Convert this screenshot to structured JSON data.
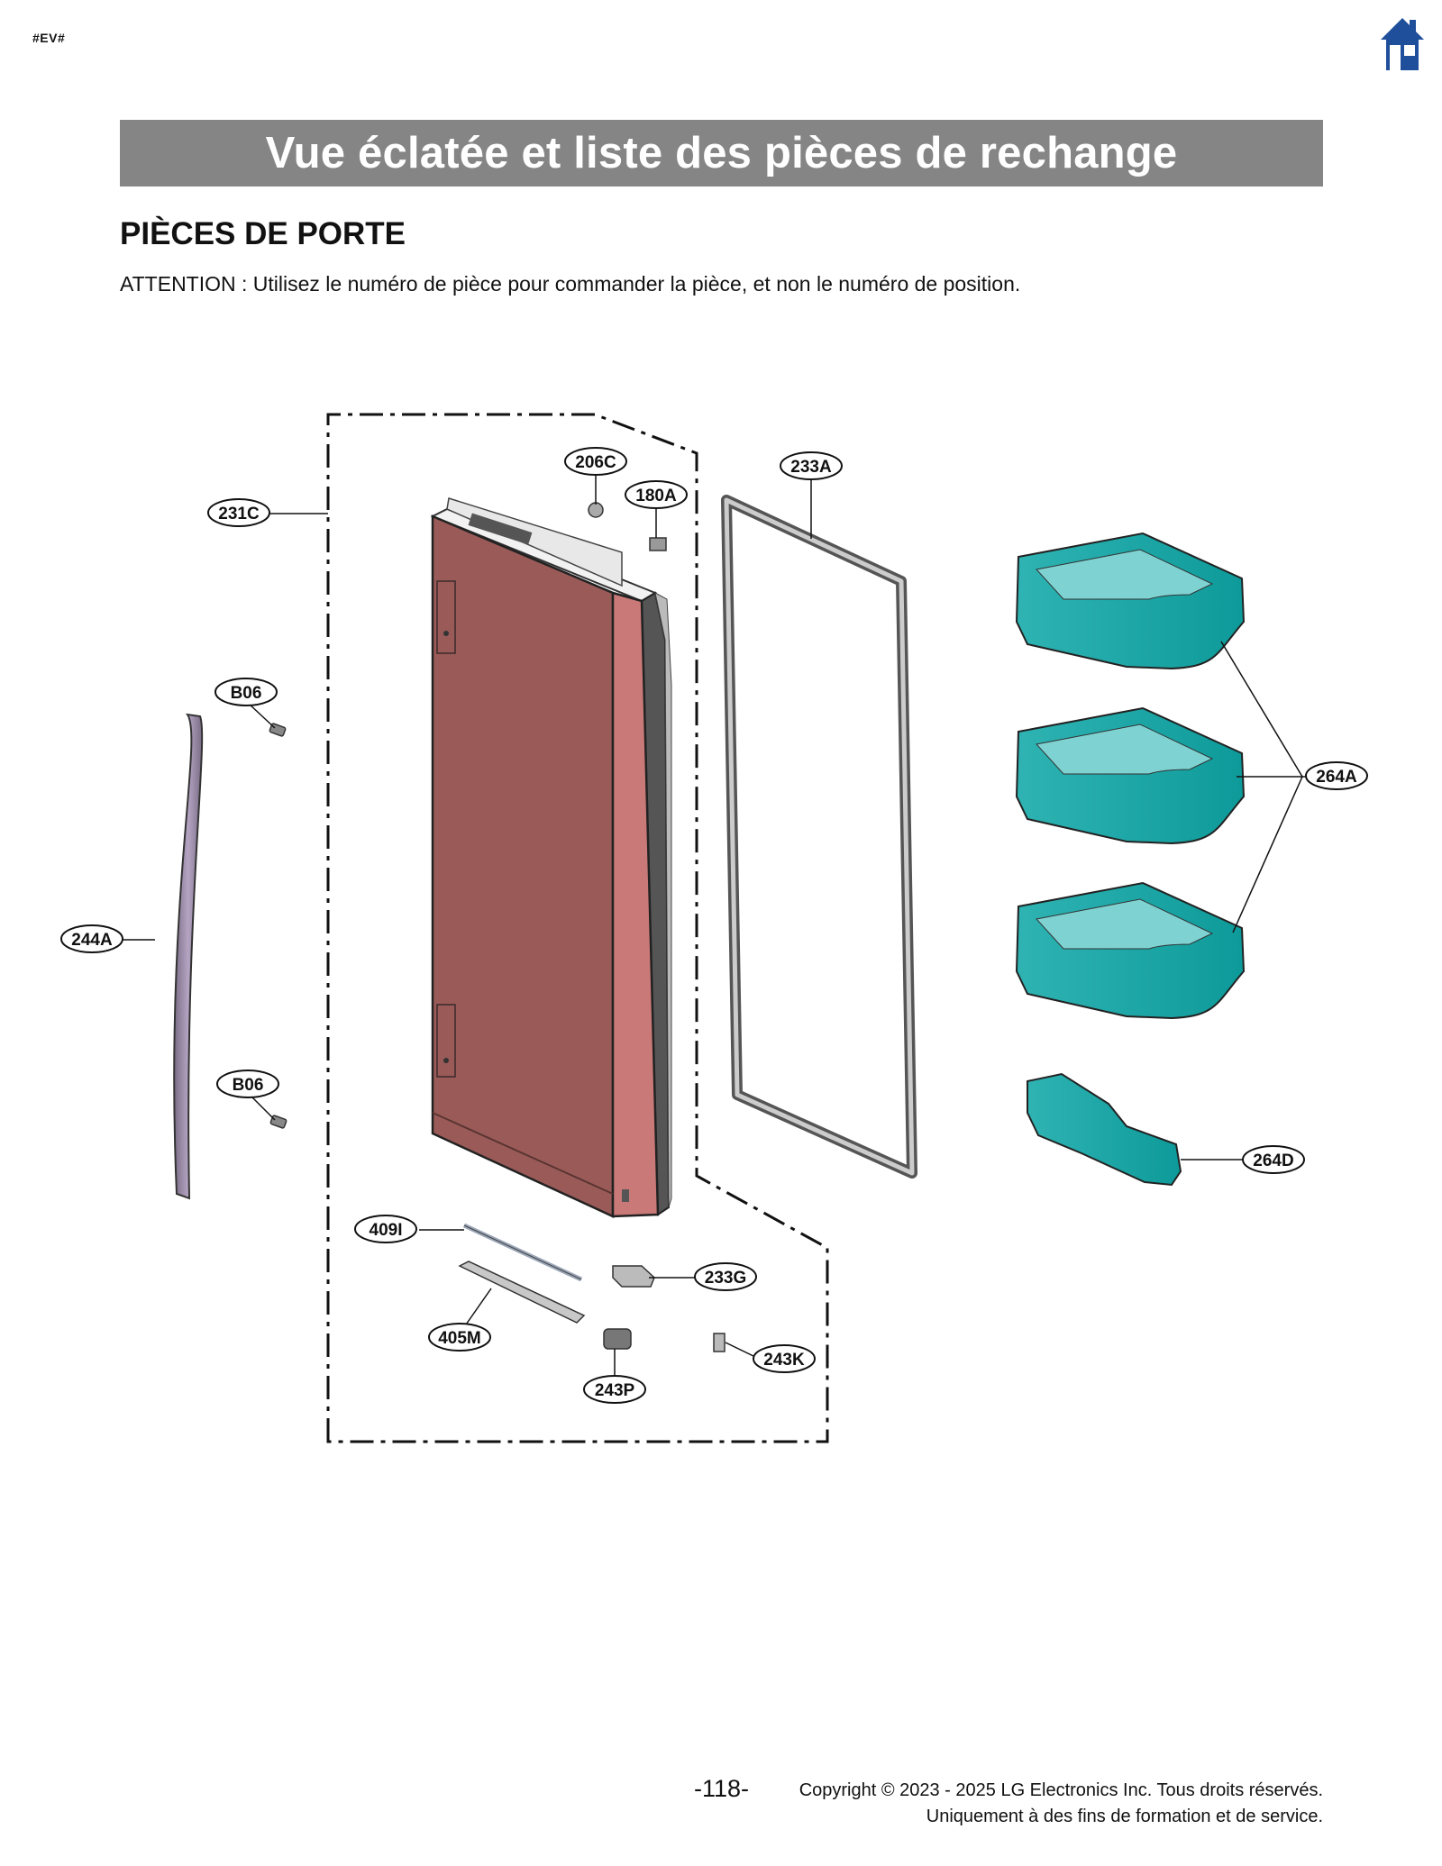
{
  "header": {
    "tag": "#EV#",
    "home_icon": "home-icon",
    "title": "Vue éclatée et liste des pièces de rechange"
  },
  "section": {
    "heading": "PIÈCES DE PORTE",
    "attention": "ATTENTION : Utilisez le numéro de pièce pour commander la pièce, et non le numéro de position."
  },
  "callouts": {
    "c206C": "206C",
    "c180A": "180A",
    "c233A": "233A",
    "c231C": "231C",
    "cB06a": "B06",
    "cB06b": "B06",
    "c244A": "244A",
    "c264A": "264A",
    "c264D": "264D",
    "c409I": "409I",
    "c233G": "233G",
    "c405M": "405M",
    "c243K": "243K",
    "c243P": "243P"
  },
  "colors": {
    "title_bar": "#858585",
    "door_panel": "#9a5b58",
    "door_side": "#c97a78",
    "handle": "#9a8aa6",
    "bin": "#3bbfbf",
    "home_icon": "#1f4f9a"
  },
  "footer": {
    "page_number": "-118-",
    "copyright_line1": "Copyright © 2023 - 2025 LG Electronics Inc. Tous droits réservés.",
    "copyright_line2": "Uniquement à des fins de formation et de service."
  }
}
